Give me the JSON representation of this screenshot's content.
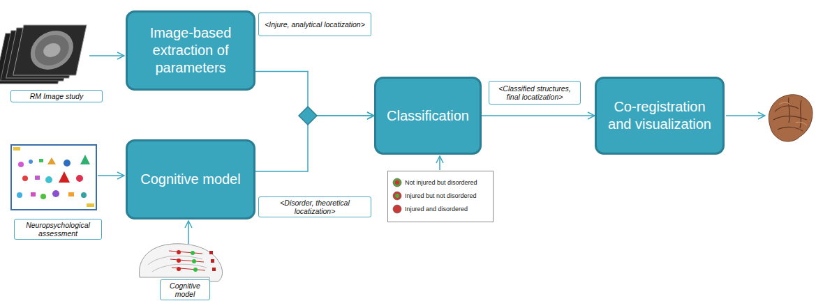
{
  "diagram": {
    "nodes": [
      {
        "text": [
          "Image-based extraction of parameters"
        ]
      },
      {
        "text": [
          "<Injure, analytical locatization>"
        ]
      },
      {
        "text": [
          "RM Image study"
        ]
      },
      {
        "text": [
          "Cognitive model"
        ]
      },
      {
        "text": [
          "Neuropsychological assessment"
        ]
      },
      {
        "text": [
          "<Disorder, theoretical locatization>"
        ]
      },
      {
        "text": [
          "Classification"
        ]
      },
      {
        "text": [
          "<Classified structures, final locatization>"
        ]
      },
      {
        "text": [
          "Co-registration and visualization"
        ]
      },
      {
        "text": [
          "Cognitive model"
        ]
      }
    ],
    "edges": [
      {
        "from": 0,
        "to": 6,
        "arrow": "to"
      },
      {
        "from": 3,
        "to": 6,
        "arrow": "to"
      },
      {
        "from": 6,
        "to": 8,
        "arrow": "to"
      }
    ],
    "legend": [
      {
        "text": "Not injured but disordered"
      },
      {
        "text": "Injured but not disordered"
      },
      {
        "text": "Injured and disordered"
      }
    ]
  }
}
